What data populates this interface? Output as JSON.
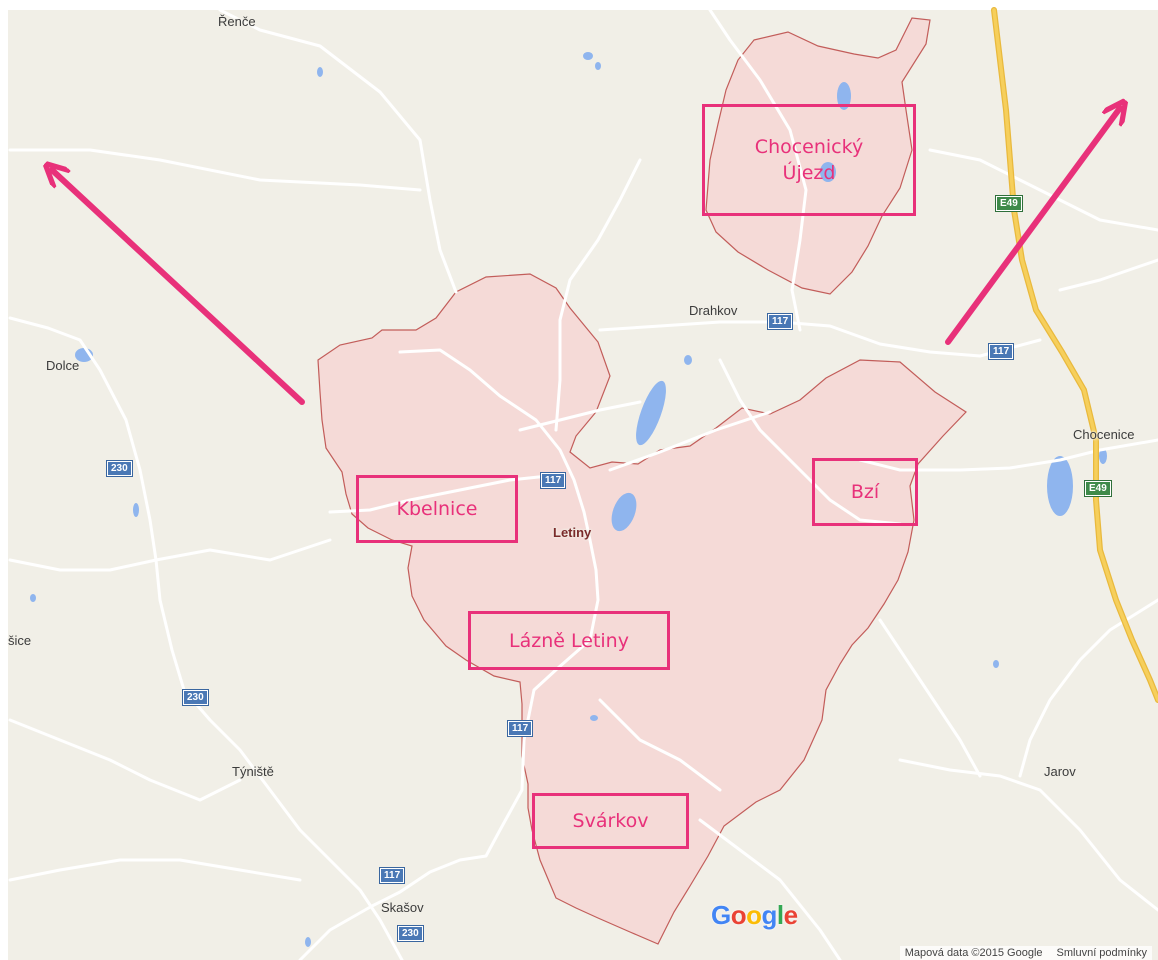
{
  "map": {
    "colors": {
      "land": "#f1efe7",
      "boundary_fill": "#f6d6d3",
      "boundary_stroke": "#c25d5a",
      "water": "#8fb5ee",
      "road": "#ffffff",
      "highway": "#f6cf5c",
      "annotation": "#e8317a"
    },
    "places": [
      {
        "id": "rence",
        "name": "Řenče"
      },
      {
        "id": "dolce",
        "name": "Dolce"
      },
      {
        "id": "drahkov",
        "name": "Drahkov"
      },
      {
        "id": "chocenice",
        "name": "Chocenice"
      },
      {
        "id": "letiny",
        "name": "Letiny"
      },
      {
        "id": "sice",
        "name": "šice"
      },
      {
        "id": "tyniste",
        "name": "Týniště"
      },
      {
        "id": "jarov",
        "name": "Jarov"
      },
      {
        "id": "skasov",
        "name": "Skašov"
      }
    ],
    "road_shields": [
      {
        "id": "r230a",
        "label": "230"
      },
      {
        "id": "r230b",
        "label": "230"
      },
      {
        "id": "r230c",
        "label": "230"
      },
      {
        "id": "r117a",
        "label": "117"
      },
      {
        "id": "r117b",
        "label": "117"
      },
      {
        "id": "r117c",
        "label": "117"
      },
      {
        "id": "r117d",
        "label": "117"
      },
      {
        "id": "r117e",
        "label": "117"
      },
      {
        "id": "e49a",
        "label": "E49"
      },
      {
        "id": "e49b",
        "label": "E49"
      }
    ],
    "annotations": [
      {
        "id": "chocenicky-ujezd",
        "label": "Chocenický\nÚjezd"
      },
      {
        "id": "kbelnice",
        "label": "Kbelnice"
      },
      {
        "id": "bzi",
        "label": "Bzí"
      },
      {
        "id": "lazne-letiny",
        "label": "Lázně Letiny"
      },
      {
        "id": "svarkov",
        "label": "Svárkov"
      }
    ],
    "arrows": [
      {
        "id": "arrow-northwest",
        "direction": "northwest"
      },
      {
        "id": "arrow-northeast",
        "direction": "northeast"
      }
    ],
    "branding": {
      "logo_letters": [
        "G",
        "o",
        "o",
        "g",
        "l",
        "e"
      ],
      "logo_colors": [
        "#4285f4",
        "#ea4335",
        "#fbbc05",
        "#4285f4",
        "#34a853",
        "#ea4335"
      ]
    },
    "attribution": {
      "data": "Mapová data ©2015 Google",
      "terms": "Smluvní podmínky"
    }
  }
}
